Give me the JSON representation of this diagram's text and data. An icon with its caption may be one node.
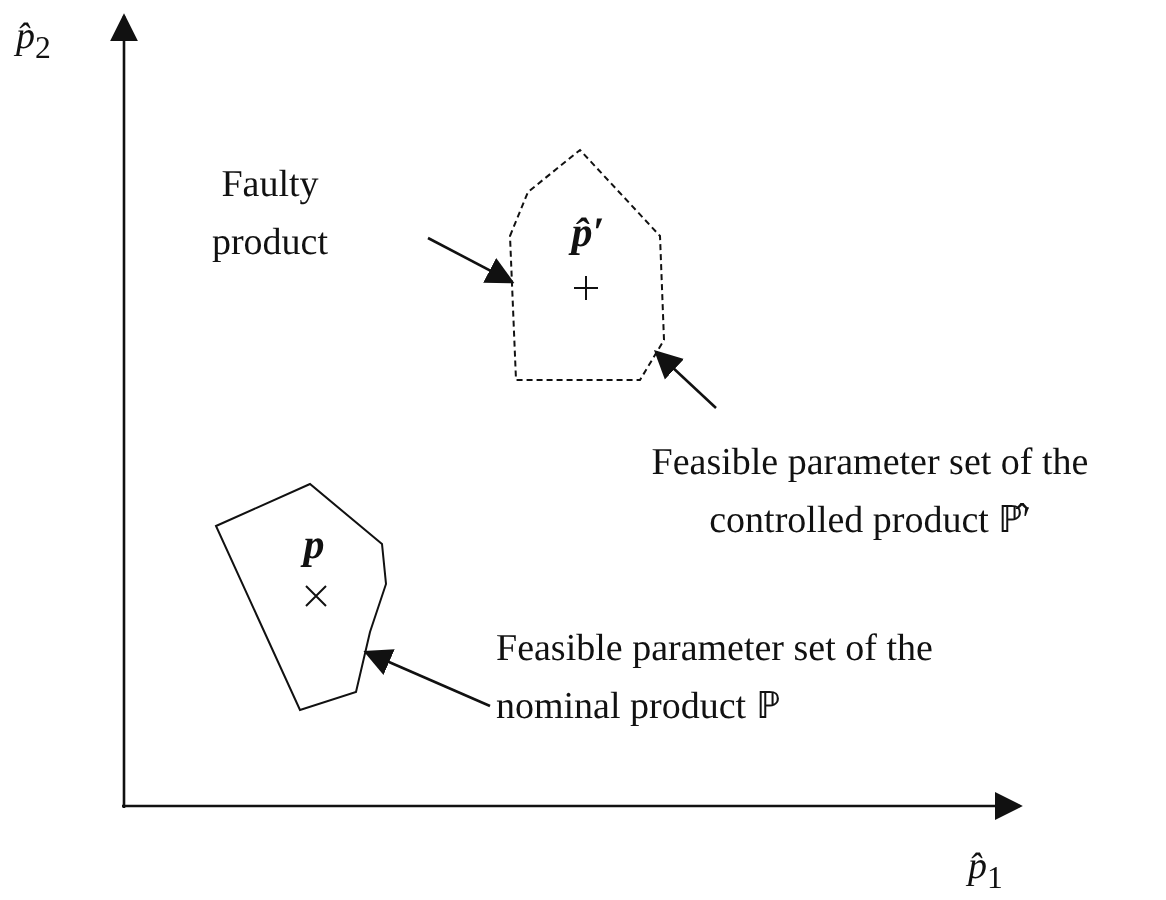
{
  "diagram": {
    "nodes": [
      {
        "text": [
          "Faulty product"
        ]
      },
      {
        "text": [
          "p̂′"
        ]
      },
      {
        "text": [
          "Feasible parameter set of the controlled product ℙ̂′"
        ]
      },
      {
        "text": [
          "p"
        ]
      },
      {
        "text": [
          "Feasible parameter set of the nominal product ℙ"
        ]
      }
    ],
    "edges": [
      {
        "from": 0,
        "to": 1,
        "arrow": "to"
      },
      {
        "from": 2,
        "to": 1,
        "arrow": "to"
      },
      {
        "from": 4,
        "to": 3,
        "arrow": "to"
      }
    ],
    "labels": [
      "*p̂*$_{2}$",
      "*p̂*$_{1}$"
    ]
  }
}
